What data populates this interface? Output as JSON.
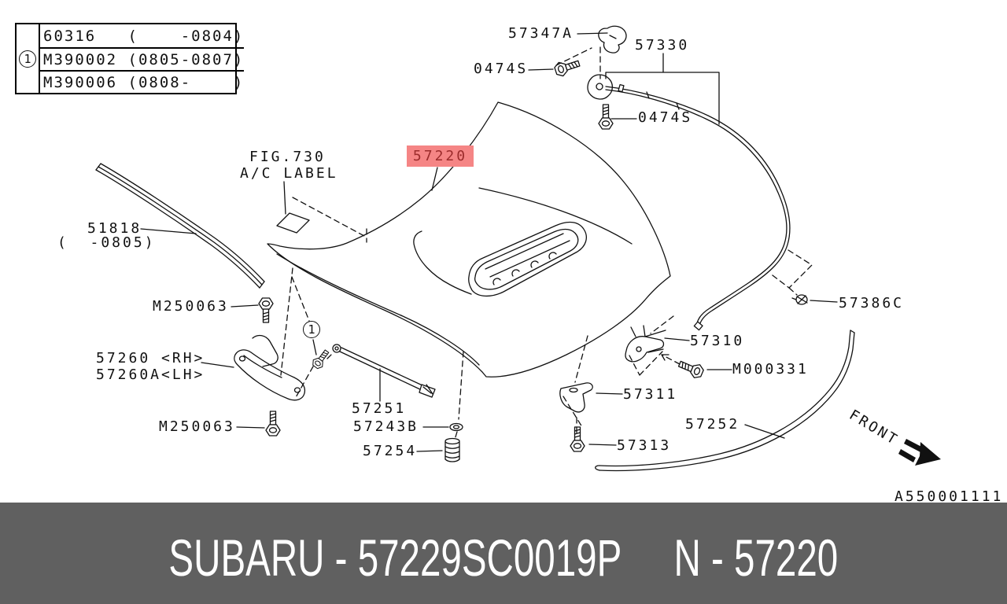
{
  "ref_table": {
    "symbol": "1",
    "rows": [
      "60316   (    -0804)",
      "M390002 (0805-0807)",
      "M390006 (0808-    )"
    ]
  },
  "parts": {
    "p57347a": "57347A",
    "p0474s_top": "0474S",
    "p57330": "57330",
    "p0474s_mid": "0474S",
    "p57220": "57220",
    "fig_line1": "FIG.730",
    "fig_line2": "A/C LABEL",
    "p51818_line1": "51818",
    "p51818_line2": "(  -0805)",
    "pm250063_top": "M250063",
    "p57260_rh": "57260 <RH>",
    "p57260_lh": "57260A<LH>",
    "pm250063_bot": "M250063",
    "p57251": "57251",
    "p57243b": "57243B",
    "p57254": "57254",
    "p57310": "57310",
    "pm000331": "M000331",
    "p57311": "57311",
    "p57252": "57252",
    "p57313": "57313",
    "p57386c": "57386C",
    "ref_circle": "1"
  },
  "annotations": {
    "front": "FRONT",
    "diagram_code": "A550001111"
  },
  "footer": {
    "left": "SUBARU - 57229SC0019P",
    "right": "N - 57220"
  },
  "colors": {
    "highlight_bg": "#F58585",
    "highlight_fg": "#9C2C2C",
    "footer_bg": "#606060",
    "footer_fg": "#FFFFFF",
    "line": "#111111"
  }
}
